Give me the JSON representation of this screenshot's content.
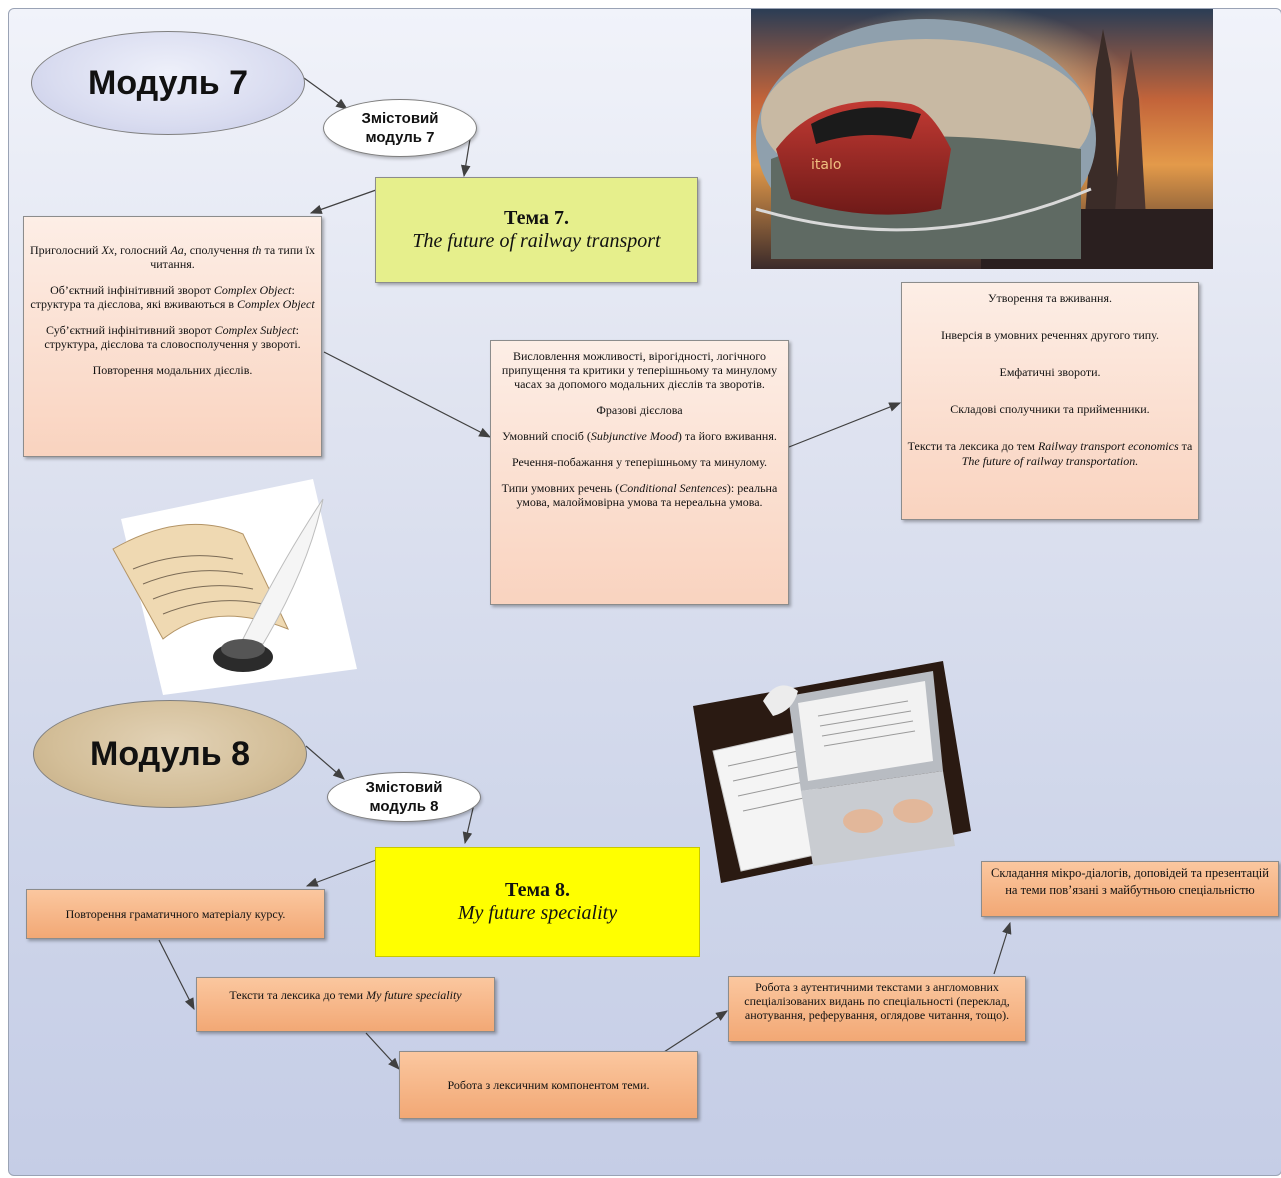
{
  "module7": {
    "title": "Модуль 7",
    "sub_line1": "Змістовий",
    "sub_line2": "модуль 7",
    "topic_label": "Тема 7.",
    "topic_title": "The future of railway transport",
    "box_left": {
      "p1a": "Приголосний ",
      "p1b": "Xx",
      "p1c": ", голосний ",
      "p1d": "Aa",
      "p1e": ", сполучення ",
      "p1f": "th",
      "p1g": " та типи їх читання.",
      "p2a": "Об’єктний інфінітивний зворот ",
      "p2b": "Complex Object",
      "p2c": ": структура та дієслова, які вживаються в ",
      "p2d": "Complex Object",
      "p3a": "Суб’єктний інфінітивний зворот ",
      "p3b": "Complex Subject",
      "p3c": ": структура, дієслова та словосполучення у звороті.",
      "p4": "Повторення модальних дієслів."
    },
    "box_middle": {
      "p1": "Висловлення можливості, вірогідності, логічного припущення та критики у теперішньому та минулому часах за допомого модальних дієслів та зворотів.",
      "p2": "Фразові дієслова",
      "p3a": "Умовний спосіб (",
      "p3b": "Subjunctive Mood",
      "p3c": ") та його вживання.",
      "p4": "Речення-побажання у теперішньому та минулому.",
      "p5a": "Типи умовних речень (",
      "p5b": "Conditional Sentences",
      "p5c": "): реальна умова, малоймовірна умова та нереальна умова."
    },
    "box_right": {
      "p1": "Утворення та вживання.",
      "p2": "Інверсія в умовних реченнях другого типу.",
      "p3": "Емфатичні звороти.",
      "p4": "Складові сполучники та прийменники.",
      "p5a": "Тексти та лексика до тем ",
      "p5b": "Railway transport economics",
      "p5c": " та ",
      "p5d": "The future of railway transportation."
    }
  },
  "module8": {
    "title": "Модуль 8",
    "sub_line1": "Змістовий",
    "sub_line2": "модуль 8",
    "topic_label": "Тема 8.",
    "topic_title": "My future speciality",
    "box1": "Повторення граматичного матеріалу курсу.",
    "box2a": "Тексти та лексика до теми ",
    "box2b": "My future speciality",
    "box3": "Робота з лексичним компонентом теми.",
    "box4": "Робота з аутентичними текстами з англомовних спеціалізованих видань по спеціальності (переклад, анотування, реферування, оглядове читання, тощо).",
    "box5": "Складання мікро-діалогів, доповідей та презентацій на теми пов’язані з майбутньою спеціальністю"
  },
  "images": {
    "train": "train-city-illustration",
    "quill": "quill-paper-illustration",
    "laptop": "laptop-papers-illustration"
  },
  "colors": {
    "topic7_fill": "#e6ef8c",
    "topic8_fill": "#ffff00",
    "peach_box": "#fbdcca",
    "orange_box": "#f6b58b"
  }
}
